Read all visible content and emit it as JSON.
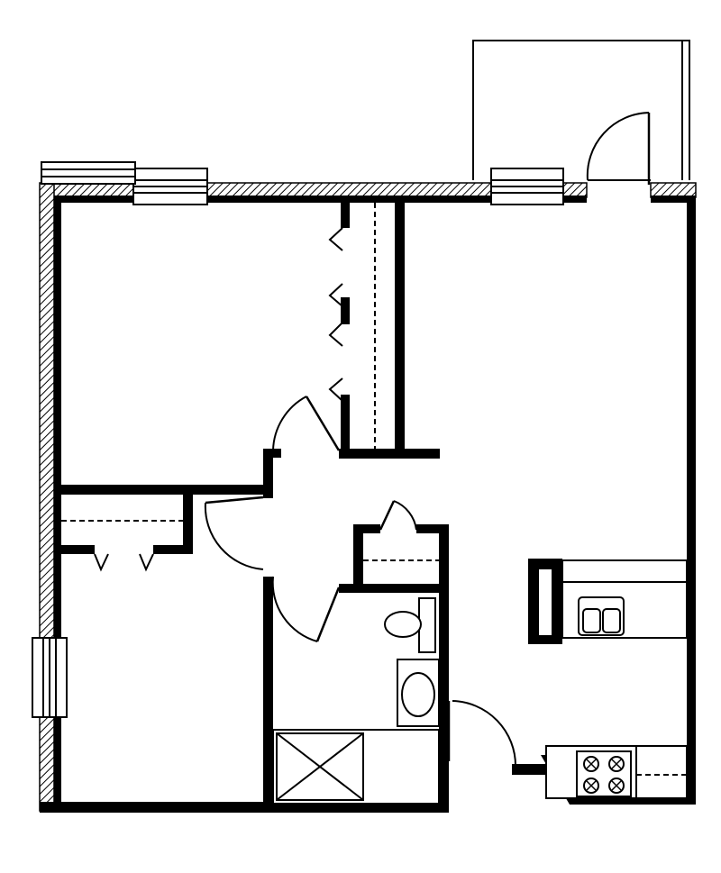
{
  "plan": {
    "type": "apartment-floor-plan",
    "rooms": [
      "bedroom",
      "living-area",
      "bathroom",
      "kitchen",
      "balcony",
      "closets"
    ],
    "colors": {
      "line": "#000000",
      "background": "#ffffff"
    }
  }
}
